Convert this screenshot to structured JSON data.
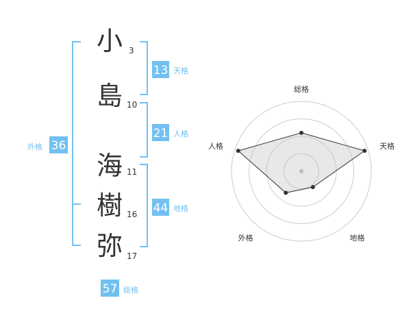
{
  "name_chars": [
    {
      "char": "小",
      "strokes": "3"
    },
    {
      "char": "島",
      "strokes": "10"
    },
    {
      "char": "海",
      "strokes": "11"
    },
    {
      "char": "樹",
      "strokes": "16"
    },
    {
      "char": "弥",
      "strokes": "17"
    }
  ],
  "fortune": {
    "tenkaku": {
      "value": "13",
      "label": "天格"
    },
    "jinkaku": {
      "value": "21",
      "label": "人格"
    },
    "chikaku": {
      "value": "44",
      "label": "地格"
    },
    "gaikaku": {
      "value": "36",
      "label": "外格"
    },
    "soukaku": {
      "value": "57",
      "label": "総格"
    }
  },
  "chart_data": {
    "type": "radar",
    "axes": [
      "総格",
      "天格",
      "地格",
      "外格",
      "人格"
    ],
    "values": [
      0.55,
      0.95,
      0.28,
      0.38,
      0.95
    ],
    "range": [
      0,
      1
    ],
    "rings": 4,
    "grid": true
  },
  "colors": {
    "accent": "#72c0f0",
    "text": "#333333",
    "ring": "#cccccc",
    "fill": "#bebebe"
  }
}
